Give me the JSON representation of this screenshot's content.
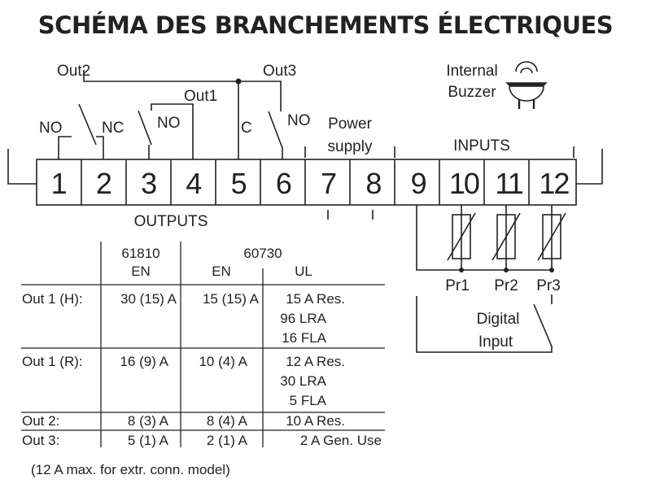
{
  "title": "SCHÉMA DES BRANCHEMENTS ÉLECTRIQUES",
  "terminals": [
    "1",
    "2",
    "3",
    "4",
    "5",
    "6",
    "7",
    "8",
    "9",
    "10",
    "11",
    "12"
  ],
  "labels": {
    "out2": "Out2",
    "out1": "Out1",
    "out3": "Out3",
    "no_1": "NO",
    "nc_2": "NC",
    "no_3": "NO",
    "c_5": "C",
    "no_6": "NO",
    "power_1": "Power",
    "power_2": "supply",
    "inputs": "INPUTS",
    "buzzer_1": "Internal",
    "buzzer_2": "Buzzer",
    "outputs": "OUTPUTS",
    "pr1": "Pr1",
    "pr2": "Pr2",
    "pr3": "Pr3",
    "digital_1": "Digital",
    "digital_2": "Input"
  },
  "table": {
    "group1": "61810",
    "group2": "60730",
    "sub1": "EN",
    "sub2": "EN",
    "sub3": "UL",
    "rows": [
      {
        "label": "Out 1 (H):",
        "c1": "30 (15) A",
        "c2": "15 (15) A",
        "c3": [
          "15 A Res.",
          "96 LRA",
          "16 FLA"
        ]
      },
      {
        "label": "Out 1 (R):",
        "c1": "16 (9) A",
        "c2": "10 (4) A",
        "c3": [
          "12 A Res.",
          "30 LRA",
          "5 FLA"
        ]
      },
      {
        "label": "Out 2:",
        "c1": "8 (3) A",
        "c2": "8 (4) A",
        "c3": [
          "10 A Res."
        ]
      },
      {
        "label": "Out 3:",
        "c1": "5 (1) A",
        "c2": "2 (1) A",
        "c3": [
          "2 A Gen. Use"
        ]
      }
    ],
    "note": "(12 A max. for extr. conn. model)"
  }
}
